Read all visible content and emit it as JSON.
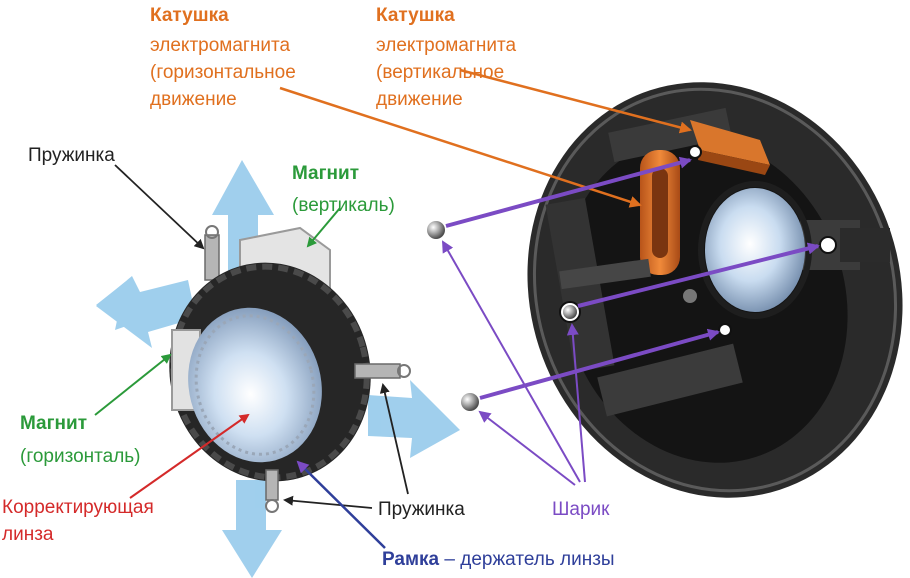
{
  "labels": {
    "coil_h_title": "Катушка",
    "coil_h_text": "электромагнита\n(горизонтальное\nдвижение",
    "coil_v_title": "Катушка",
    "coil_v_text": "электромагнита\n(вертикальное\nдвижение",
    "spring_top": "Пружинка",
    "magnet_v_title": "Магнит",
    "magnet_v_text": "(вертикаль)",
    "magnet_h_title": "Магнит",
    "magnet_h_text": "(горизонталь)",
    "lens_text": "Корректирующая\nлинза",
    "spring_bottom": "Пружинка",
    "ball": "Шарик",
    "frame_title": "Рамка",
    "frame_text": " – держатель линзы"
  },
  "colors": {
    "coil": "#e0701f",
    "magnet": "#2b9a3a",
    "lens": "#d42a2a",
    "ball": "#7b4bc4",
    "frame": "#2f3f9a",
    "arrow": "#8fc7ea"
  }
}
